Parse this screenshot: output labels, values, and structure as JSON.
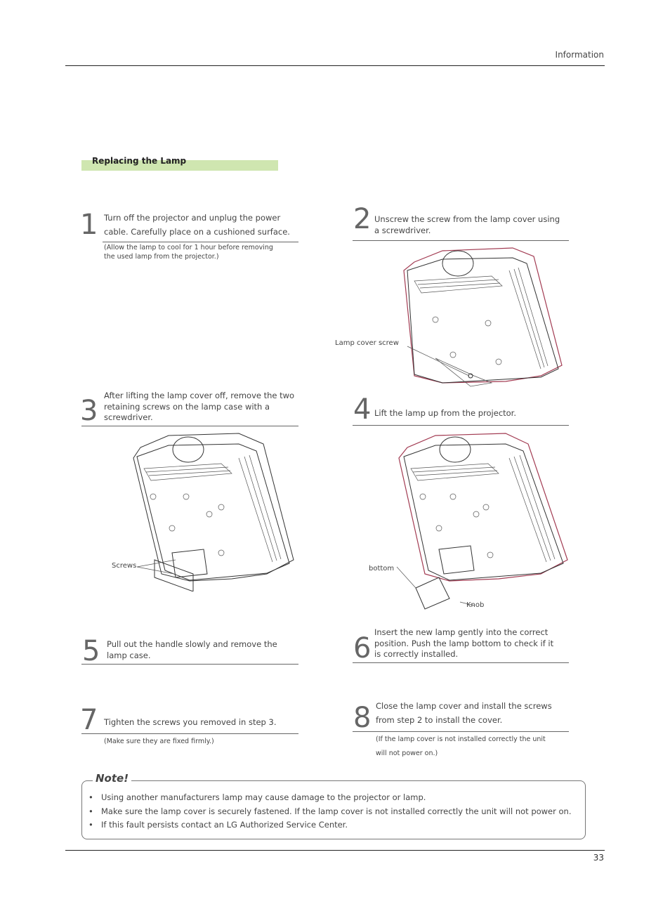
{
  "header": {
    "section": "Information"
  },
  "section_title": "Replacing the Lamp",
  "steps": [
    {
      "num": "1",
      "text_lines": [
        "Turn off the projector and unplug the power",
        "cable. Carefully place on a cushioned surface."
      ],
      "note_lines": [
        "(Allow the lamp to cool for 1 hour before removing",
        "the used lamp from the projector.)"
      ]
    },
    {
      "num": "2",
      "text_lines": [
        "Unscrew the screw from the lamp cover using",
        "a screwdriver."
      ]
    },
    {
      "num": "3",
      "text_lines": [
        "After lifting the lamp cover off, remove the two",
        "retaining screws on the lamp case with a",
        "screwdriver."
      ]
    },
    {
      "num": "4",
      "text_lines": [
        "Lift the lamp up from the projector."
      ]
    },
    {
      "num": "5",
      "text_lines": [
        "Pull out the handle slowly and remove the",
        "lamp case."
      ]
    },
    {
      "num": "6",
      "text_lines": [
        "Insert the new lamp gently into the correct",
        "position. Push the lamp bottom to check if it",
        "is correctly installed."
      ]
    },
    {
      "num": "7",
      "text_lines": [
        "Tighten the screws you removed in step 3."
      ],
      "note_lines": [
        "(Make sure they are fixed firmly.)"
      ]
    },
    {
      "num": "8",
      "text_lines": [
        "Close the lamp cover and install the screws",
        "from step 2 to install the cover."
      ],
      "note_lines": [
        "(If the lamp cover is not installed correctly the unit",
        "will not power on.)"
      ]
    }
  ],
  "figure_labels": {
    "lamp_cover_screw": "Lamp cover screw",
    "screws": "Screws",
    "bottom": "bottom",
    "knob": "Knob"
  },
  "note": {
    "title": "Note!",
    "bullet": "•",
    "items": [
      "Using another manufacturers lamp may cause damage to the projector or lamp.",
      "Make sure the lamp cover is securely fastened. If the lamp cover is not installed correctly the unit will not power on.",
      "If this fault persists contact an LG Authorized Service Center."
    ]
  },
  "footer": {
    "page_number": "33"
  },
  "colors": {
    "section_bar": "#cfe6b0",
    "projector_outline": "#a23b52"
  }
}
